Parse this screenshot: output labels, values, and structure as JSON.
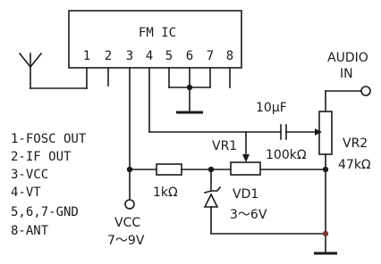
{
  "ic": {
    "label": "FM IC",
    "pins": [
      "1",
      "2",
      "3",
      "4",
      "5",
      "6",
      "7",
      "8"
    ]
  },
  "audio_in": {
    "line1": "AUDIO",
    "line2": "IN"
  },
  "capacitor": {
    "value": "10μF"
  },
  "vr1": {
    "name": "VR1",
    "value": "100kΩ"
  },
  "vr2": {
    "name": "VR2",
    "value": "47kΩ"
  },
  "resistor": {
    "value": "1kΩ"
  },
  "vd1": {
    "name": "VD1",
    "value": "3～6V"
  },
  "vcc": {
    "label": "VCC",
    "value": "7～9V"
  },
  "legend": [
    "1-FOSC OUT",
    "2-IF OUT",
    "3-VCC",
    "4-VT",
    "5,6,7-GND",
    "8-ANT"
  ]
}
